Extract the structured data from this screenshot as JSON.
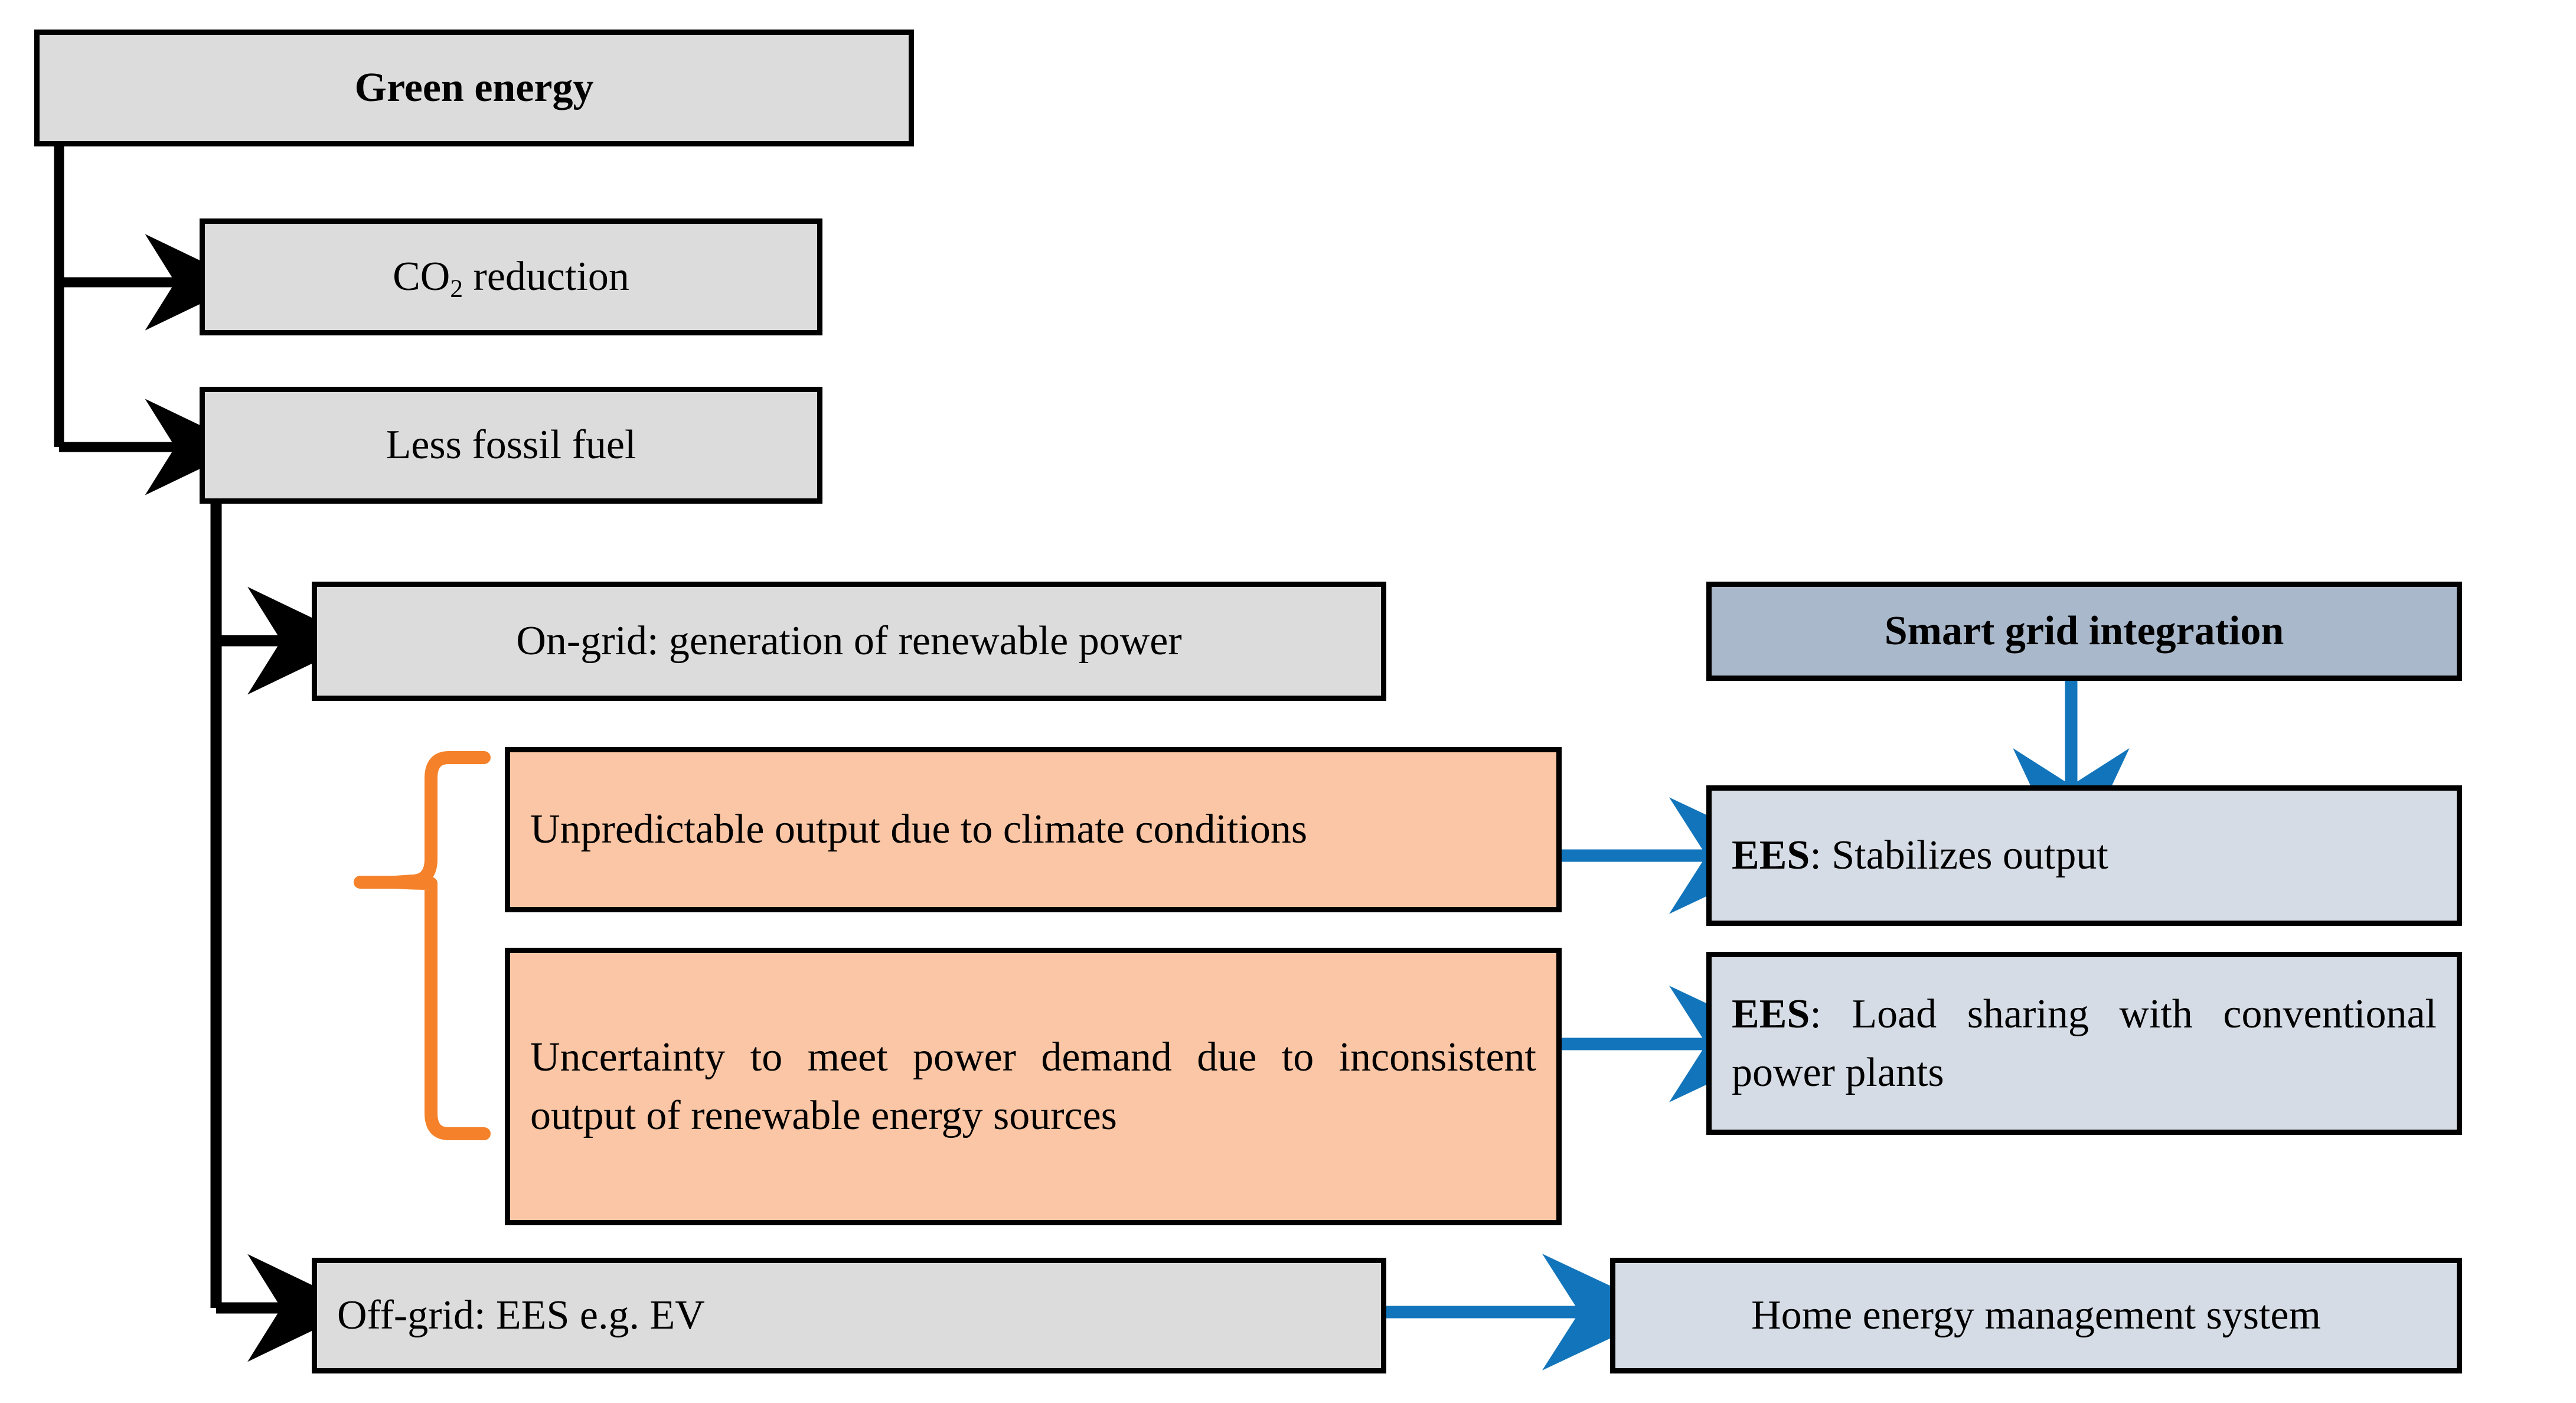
{
  "diagram": {
    "title": "Green energy flow diagram",
    "colors": {
      "grey_box": "#DCDCDC",
      "orange_box": "#FAC6A5",
      "smart_grid_box": "#AAB8CB",
      "ees_box": "#D6DCE5",
      "black_arrow": "#000000",
      "blue_arrow": "#1275BC",
      "orange_brace": "#F5822A",
      "border": "#000000",
      "background": "#FFFFFF"
    },
    "nodes": {
      "green_energy": "Green energy",
      "co2_reduction_pre": "CO",
      "co2_reduction_sub": "2",
      "co2_reduction_post": " reduction",
      "less_fossil_fuel": "Less fossil fuel",
      "on_grid": "On-grid: generation of renewable power",
      "unpredictable_output": "Unpredictable output due to climate conditions",
      "uncertainty_demand": "Uncertainty to meet power demand due to inconsistent output of renewable energy sources",
      "off_grid": "Off-grid: EES e.g. EV",
      "smart_grid_integration": "Smart grid integration",
      "ees_stabilizes_bold": "EES",
      "ees_stabilizes_rest": ": Stabilizes output",
      "ees_load_sharing_bold": "EES",
      "ees_load_sharing_rest": ": Load sharing with conventional power plants",
      "home_energy_management": "Home energy management system"
    },
    "connectors": {
      "green_to_co2": "arrow-green-energy-to-co2-reduction",
      "green_to_fossil": "arrow-green-energy-to-less-fossil-fuel",
      "fossil_to_ongrid": "arrow-less-fossil-fuel-to-on-grid",
      "fossil_to_offgrid": "arrow-less-fossil-fuel-to-off-grid",
      "brace": "orange-curly-brace-grouping-issues",
      "unpredictable_to_ees1": "arrow-unpredictable-output-to-ees-stabilizes",
      "uncertainty_to_ees2": "arrow-uncertainty-to-ees-load-sharing",
      "smartgrid_to_ees1": "arrow-smart-grid-to-ees-stabilizes",
      "offgrid_to_hems": "arrow-off-grid-to-home-energy-management"
    }
  }
}
